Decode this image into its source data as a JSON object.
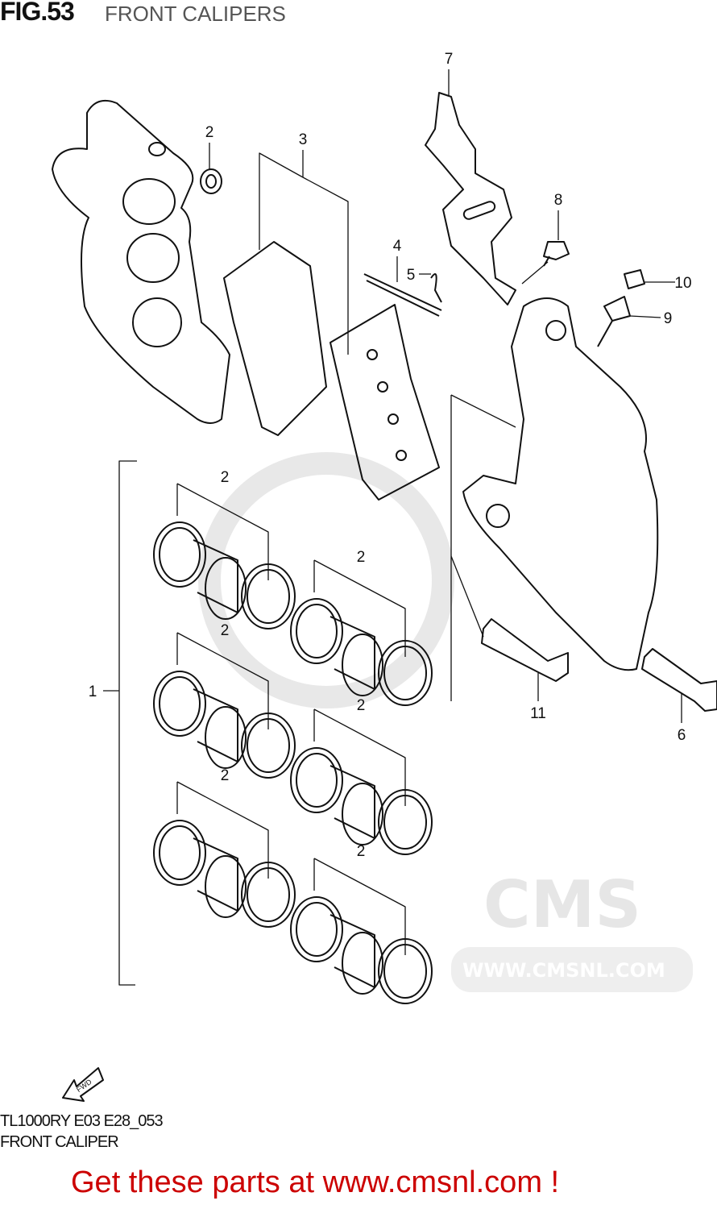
{
  "header": {
    "figure": "FIG.53",
    "title": "FRONT CALIPERS"
  },
  "callouts": [
    "2",
    "3",
    "7",
    "8",
    "4",
    "5",
    "10",
    "9",
    "2",
    "2",
    "1",
    "2",
    "2",
    "11",
    "6",
    "2",
    "2"
  ],
  "fwd_label": "FWD",
  "watermark": {
    "text": "WWW.CMSNL.COM",
    "logo": "CMS"
  },
  "footer": {
    "code": "TL1000RY E03 E28_053",
    "caption": "FRONT CALIPER",
    "promo": "Get these parts at www.cmsnl.com !"
  },
  "colors": {
    "promo": "#cc0000",
    "line": "#111111",
    "watermark": "#e6e6e6"
  }
}
